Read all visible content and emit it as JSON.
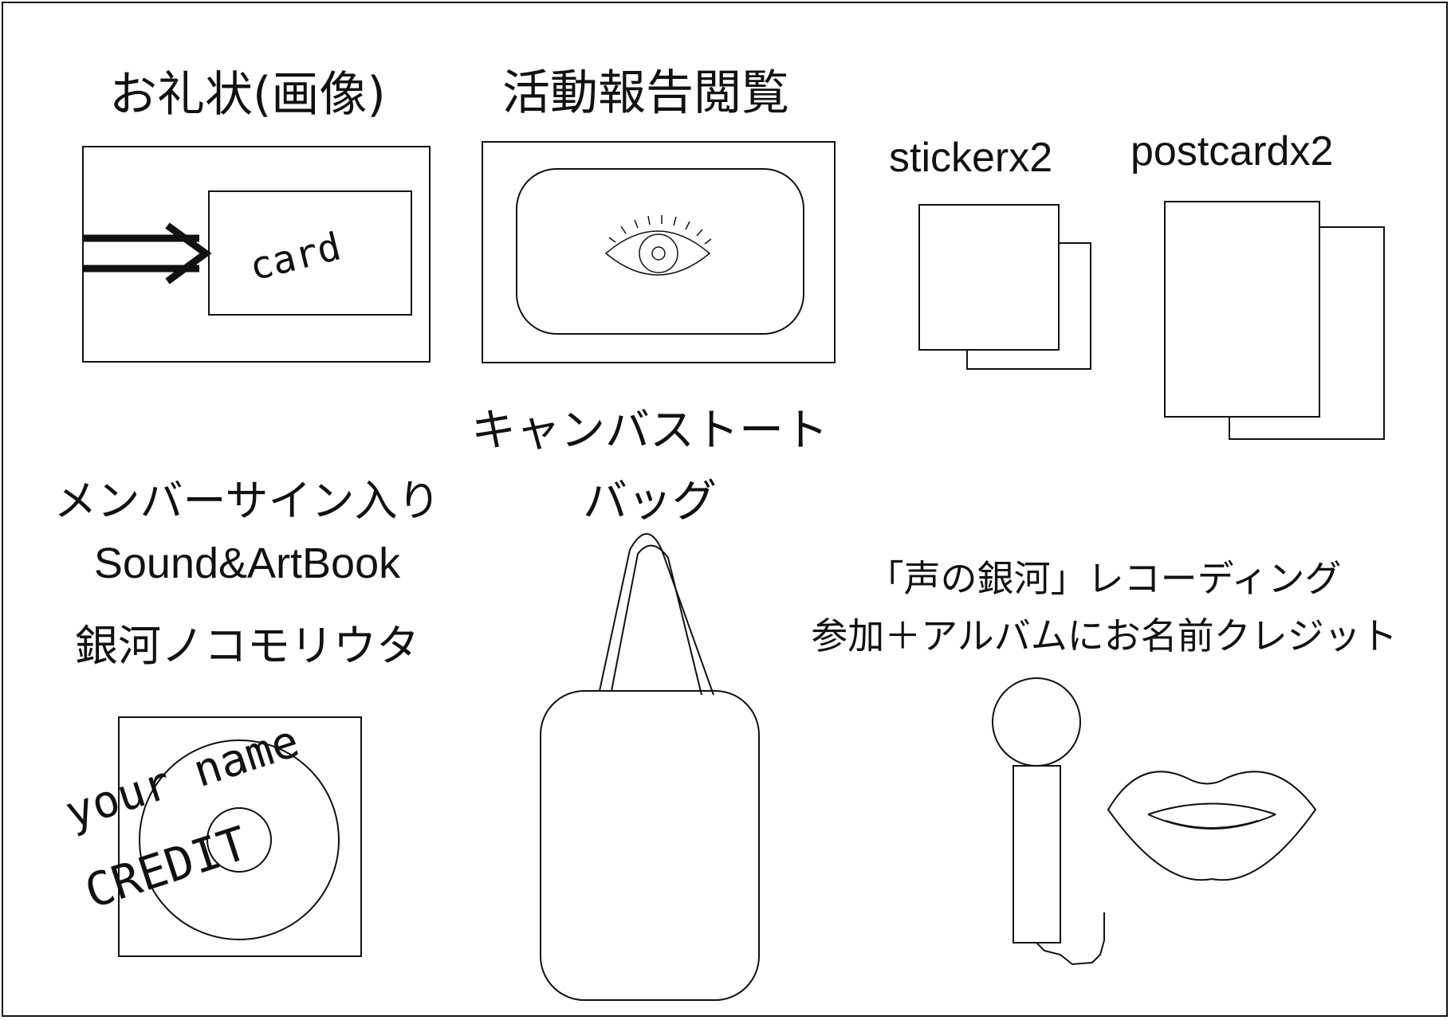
{
  "labels": {
    "thank_you": "お礼状(画像)",
    "report": "活動報告閲覧",
    "sticker": "stickerx2",
    "postcard": "postcardx2",
    "tote_line1": "キャンバストート",
    "tote_line2": "バッグ",
    "book_line1": "メンバーサイン入り",
    "book_line2": "Sound&ArtBook",
    "book_line3": "銀河ノコモリウタ",
    "recording_line1": "「声の銀河」レコーディング",
    "recording_line2": "参加＋アルバムにお名前クレジット"
  },
  "drawings": {
    "card_text": "card",
    "credit_line1": "your name",
    "credit_line2": "CREDIT"
  },
  "icons": [
    "arrow-icon",
    "eye-icon",
    "cd-icon",
    "tote-bag-icon",
    "microphone-icon",
    "lips-icon"
  ]
}
